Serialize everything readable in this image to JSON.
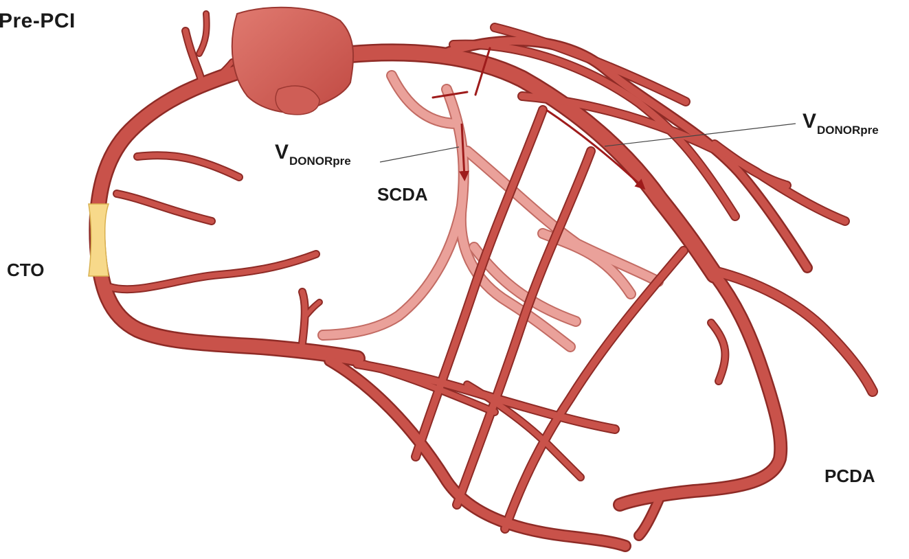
{
  "title": "Pre-PCI",
  "labels": {
    "cto": "CTO",
    "scda": "SCDA",
    "pcda": "PCDA",
    "v_main": "V",
    "v_sub": "DONORpre"
  },
  "colors": {
    "vessel": "#c9524a",
    "vessel_edge": "#8e2b26",
    "collateral": "#eaa19a",
    "collateral_edge": "#c26b63",
    "lesion": "#f7d98a",
    "arrow": "#9e1b1b",
    "leader_line": "#444444"
  }
}
